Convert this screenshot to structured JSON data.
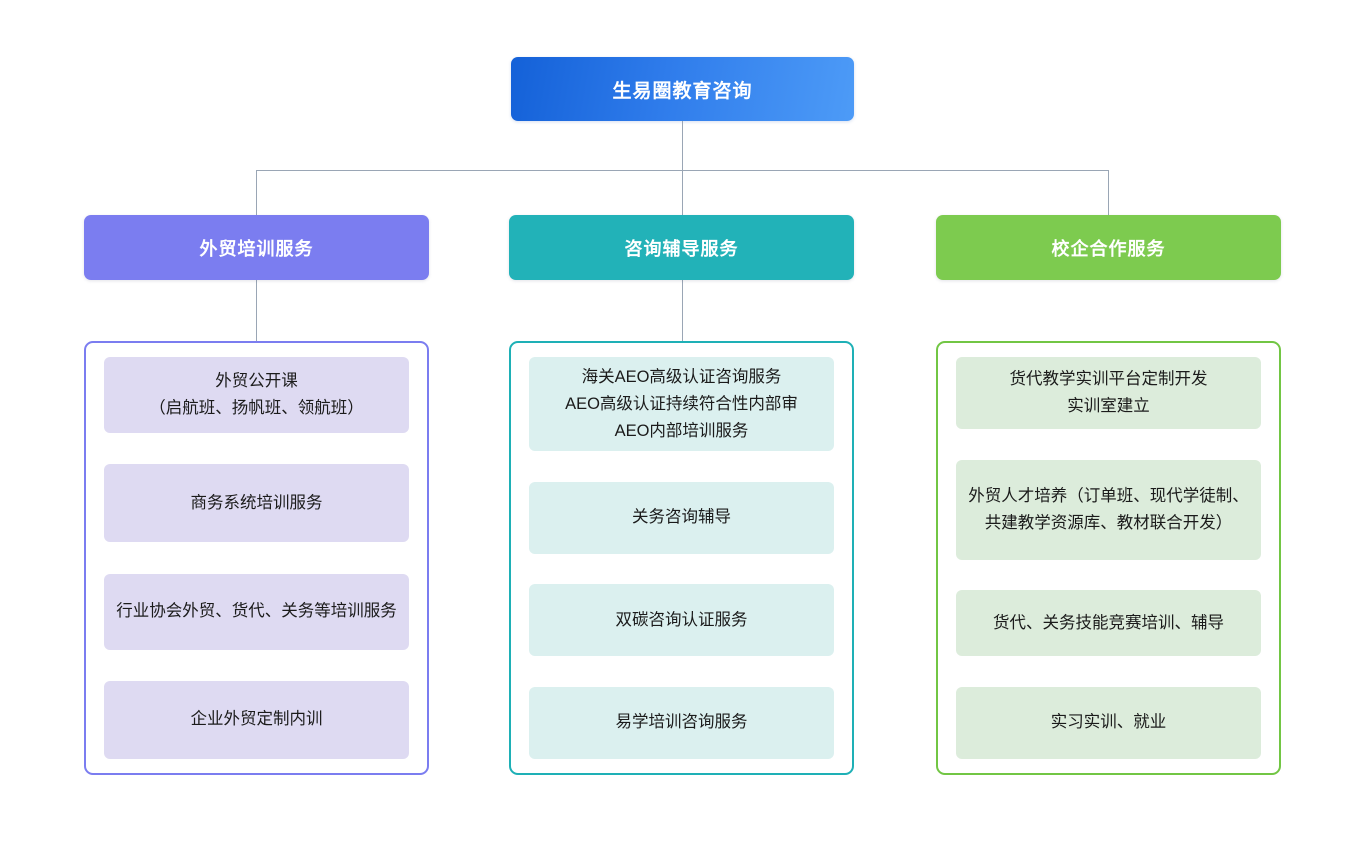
{
  "chart_data": {
    "type": "diagram",
    "diagram_kind": "organization-tree",
    "title": "生易圈教育咨询",
    "root": {
      "label": "生易圈教育咨询",
      "color": "#2f7ceb",
      "gradient_from": "#1461d8",
      "gradient_to": "#4d9bf7"
    },
    "branches": [
      {
        "label": "外贸培训服务",
        "header_color": "#7b7df0",
        "border_color": "#7b7df0",
        "item_color": "#dedaf2",
        "items": [
          "外贸公开课\n（启航班、扬帆班、领航班）",
          "商务系统培训服务",
          "行业协会外贸、货代、关务等培训服务",
          "企业外贸定制内训"
        ]
      },
      {
        "label": "咨询辅导服务",
        "header_color": "#22b2b8",
        "border_color": "#1eb0b6",
        "item_color": "#dbf0ef",
        "items": [
          "海关AEO高级认证咨询服务\nAEO高级认证持续符合性内部审\nAEO内部培训服务",
          "关务咨询辅导",
          "双碳咨询认证服务",
          "易学培训咨询服务"
        ]
      },
      {
        "label": "校企合作服务",
        "header_color": "#7dcb4f",
        "border_color": "#72c644",
        "item_color": "#dcecdb",
        "items": [
          "货代教学实训平台定制开发\n实训室建立",
          "外贸人才培养（订单班、现代学徒制、共建教学资源库、教材联合开发）",
          "货代、关务技能竞赛培训、辅导",
          "实习实训、就业"
        ]
      }
    ],
    "connector_color": "#9aa6b5",
    "background": "#ffffff"
  }
}
